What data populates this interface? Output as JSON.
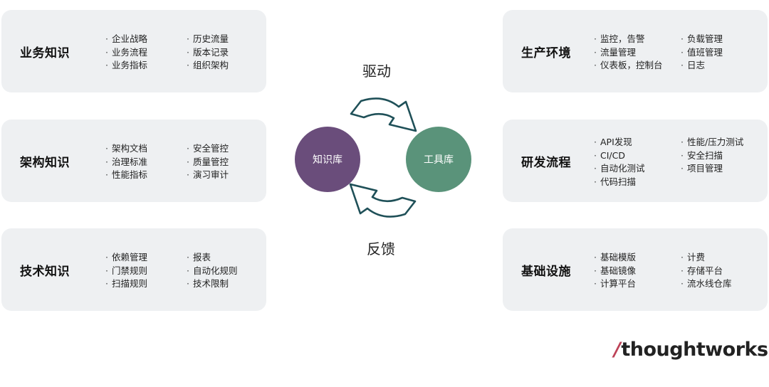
{
  "left_cards": [
    {
      "title": "业务知识",
      "col1": [
        "企业战略",
        "业务流程",
        "业务指标"
      ],
      "col2": [
        "历史流量",
        "版本记录",
        "组织架构"
      ]
    },
    {
      "title": "架构知识",
      "col1": [
        "架构文档",
        "治理标准",
        "性能指标"
      ],
      "col2": [
        "安全管控",
        "质量管控",
        "演习审计"
      ]
    },
    {
      "title": "技术知识",
      "col1": [
        "依赖管理",
        "门禁规则",
        "扫描规则"
      ],
      "col2": [
        "报表",
        "自动化规则",
        "技术限制"
      ]
    }
  ],
  "right_cards": [
    {
      "title": "生产环境",
      "col1": [
        "监控，告警",
        "流量管理",
        "仪表板，控制台"
      ],
      "col2": [
        "负载管理",
        "值班管理",
        "日志"
      ]
    },
    {
      "title": "研发流程",
      "col1": [
        "API发现",
        "CI/CD",
        "自动化测试",
        "代码扫描"
      ],
      "col2": [
        "性能/压力测试",
        "安全扫描",
        "项目管理"
      ]
    },
    {
      "title": "基础设施",
      "col1": [
        "基础模版",
        "基础镜像",
        "计算平台"
      ],
      "col2": [
        "计费",
        "存储平台",
        "流水线仓库"
      ]
    }
  ],
  "cycle": {
    "left_node": "知识库",
    "right_node": "工具库",
    "top_label": "驱动",
    "bottom_label": "反馈"
  },
  "colors": {
    "card_bg": "#eef0f2",
    "knowledge_node": "#6a4d7b",
    "tool_node": "#5a937a",
    "arrow_stroke": "#1f5058",
    "logo_accent": "#bd4257"
  },
  "logo": {
    "slash": "/",
    "text": "thoughtworks"
  }
}
